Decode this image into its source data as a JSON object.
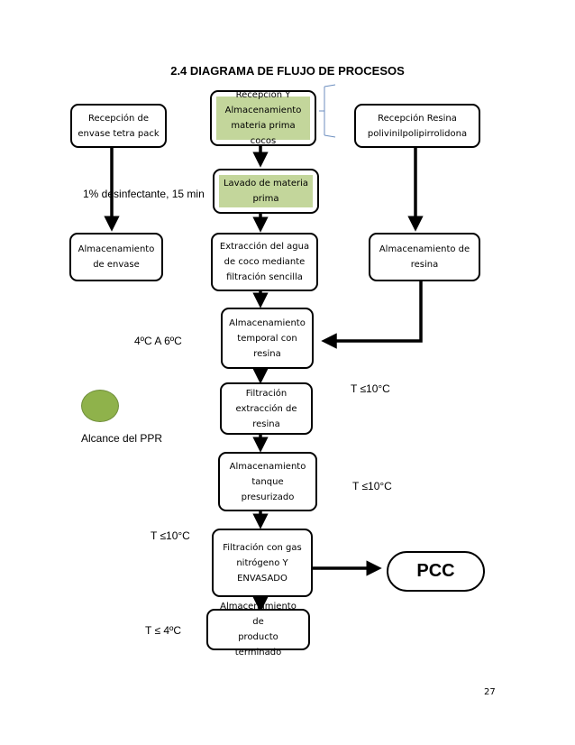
{
  "title": "2.4 DIAGRAMA DE FLUJO DE PROCESOS",
  "boxes": {
    "recepcion_envase": "Recepción de\nenvase tetra pack",
    "recepcion_materia": "Recepción Y\nAlmacenamiento\nmateria prima  cocos",
    "recepcion_resina": "Recepción Resina\npolivinilpolipirrolidona",
    "lavado": "Lavado de materia\nprima",
    "almac_envase": "Almacenamiento\nde envase",
    "extraccion": "Extracción del agua\nde coco mediante\nfiltración sencilla",
    "almac_resina": "Almacenamiento de\nresina",
    "almac_temporal": "Almacenamiento\ntemporal con\nresina",
    "filtracion": "Filtración\nextracción de\nresina",
    "almac_tanque": "Almacenamiento\ntanque\npresurizado",
    "filtracion_gas": "Filtración con gas\nnitrógeno Y\nENVASADO",
    "almac_producto": "Almacenamiento de\nproducto terminado"
  },
  "notes": {
    "desinfectante": "1% desinfectante, 15 min",
    "temp_4_6": "4ºC A 6ºC",
    "t_filtracion": "T ≤10°C",
    "t_tanque": "T ≤10°C",
    "t_gas": "T ≤10°C",
    "t_producto": "T ≤ 4ºC"
  },
  "legend": {
    "label": "Alcance del PPR",
    "color": "#8fb24b"
  },
  "pcc_label": "PCC",
  "highlight_color": "#c3d69b",
  "page_number": "27"
}
